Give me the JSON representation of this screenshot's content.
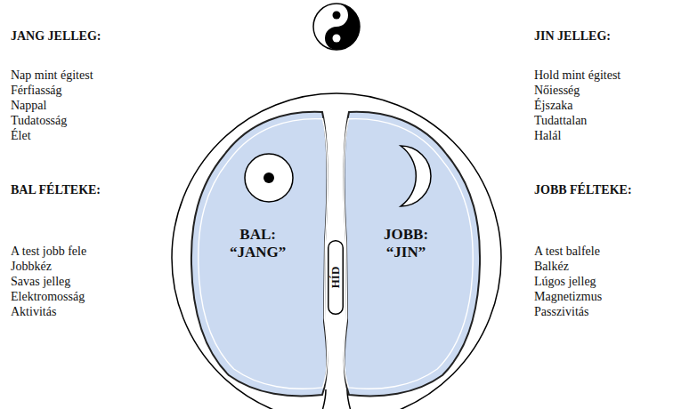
{
  "diagram": {
    "nodes": [
      {
        "text": [
          "BAL: “JANG”"
        ]
      },
      {
        "text": [
          "JOBB: “JIN”"
        ]
      },
      {
        "text": [
          "HÍD"
        ]
      }
    ],
    "labels": [
      "JANG JELLEG:",
      "Nap mint égitest",
      "Férfiasság",
      "Nappal",
      "Tudatosság",
      "Élet",
      "BAL FÉLTEKE:",
      "A test jobb fele",
      "Jobbkéz",
      "Savas jelleg",
      "Elektromosság",
      "Aktivitás",
      "JIN JELLEG:",
      "Hold mint égitest",
      "Nőiesség",
      "Éjszaka",
      "Tudattalan",
      "Halál",
      "JOBB FÉLTEKE:",
      "A test balfele",
      "Balkéz",
      "Lúgos jelleg",
      "Magnetizmus",
      "Passzivitás"
    ]
  }
}
